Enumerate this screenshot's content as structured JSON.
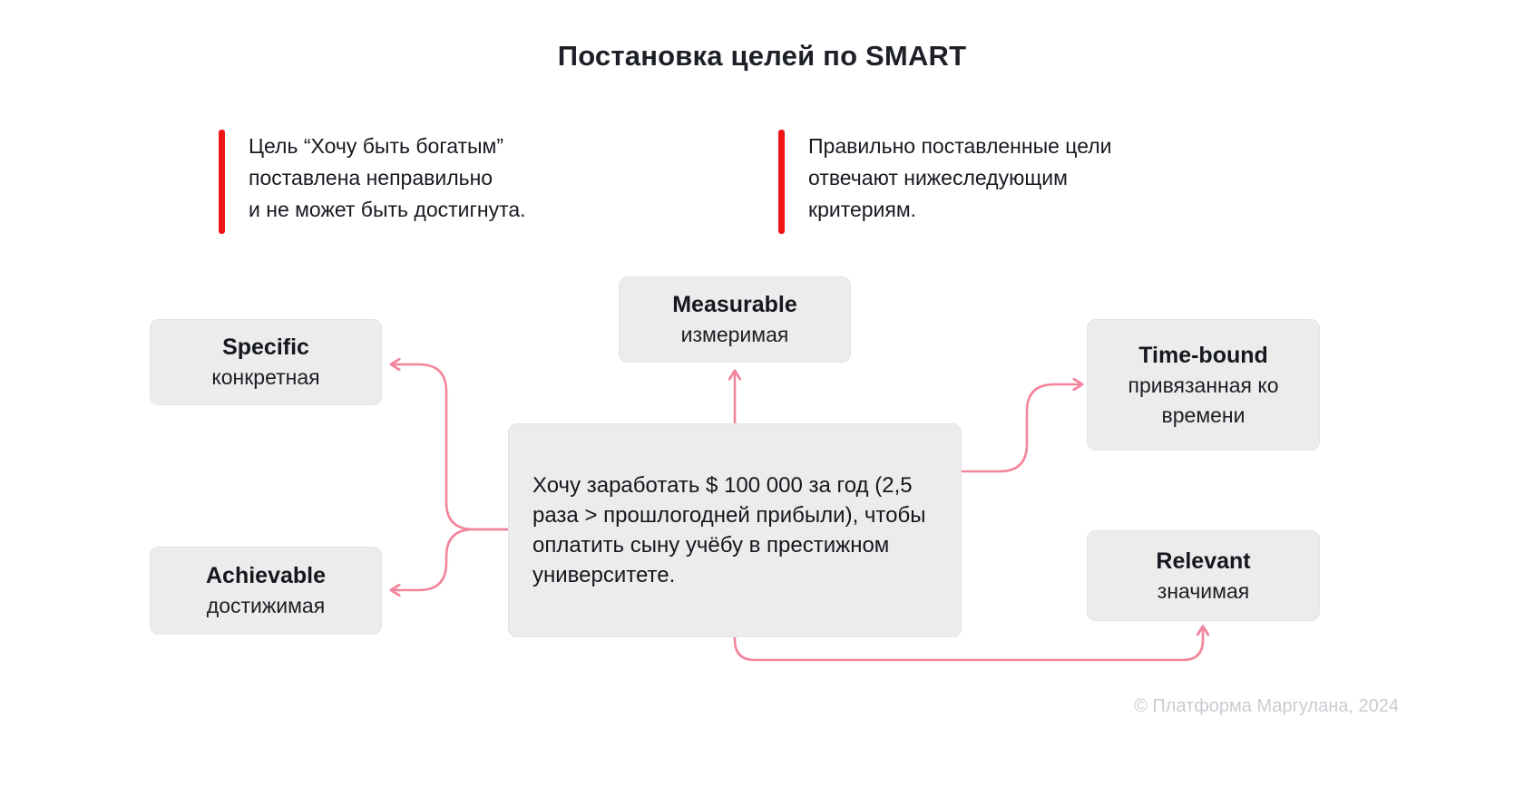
{
  "title": "Постановка целей по SMART",
  "callout_left": {
    "lines": [
      "Цель “Хочу быть богатым”",
      "поставлена неправильно",
      "и не может быть достигнута."
    ]
  },
  "callout_right": {
    "lines": [
      "Правильно поставленные цели",
      "отвечают нижеследующим",
      "критериям."
    ]
  },
  "goal": {
    "text": "Хочу заработать $ 100 000 за год (2,5 раза > прошлогодней прибыли), чтобы оплатить сыну учёбу в престижном университете."
  },
  "criteria": {
    "specific": {
      "title": "Specific",
      "subtitle": "конкретная"
    },
    "measurable": {
      "title": "Measurable",
      "subtitle": "измеримая"
    },
    "time_bound": {
      "title": "Time-bound",
      "subtitle": "привязанная ко времени"
    },
    "achievable": {
      "title": "Achievable",
      "subtitle": "достижимая"
    },
    "relevant": {
      "title": "Relevant",
      "subtitle": "значимая"
    }
  },
  "footer": "© Платформа Маргулана, 2024",
  "colors": {
    "accent_red": "#F01414",
    "arrow_pink": "#F2849B",
    "box_bg": "#ECECEC",
    "text_dark": "#1A1D23",
    "footer_gray": "#C9CCD1"
  }
}
